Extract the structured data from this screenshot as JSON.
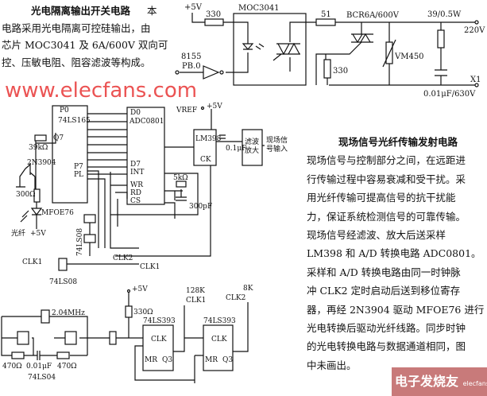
{
  "top_text": {
    "title": "光电隔离输出开关电路",
    "lead": "本",
    "lines": [
      "电路采用光电隔离可控硅输出，由",
      "芯片 MOC3041 及 6A/600V 双向可",
      "控、压敏电阻、阻容滤波等构成。"
    ]
  },
  "right_text": {
    "title": "现场信号光纤传输发射电路",
    "lines": [
      "现场信号与控制部分之间，在远距进",
      "行传输过程中容易衰减和受干扰。采",
      "用光纤传输可提高信号的抗干扰能",
      "力，保证系统检测信号的可靠传输。",
      "现场信号经滤波、放大后送采样",
      "LM398 和 A/D 转换电路 ADC0801。",
      "采样和 A/D 转换电路由同一时钟脉",
      "冲 CLK2 定时启动后送到移位寄存",
      "器，再经 2N3904 驱动 MFOE76 进行",
      "光电转换后驱动光纤线路。同步时钟",
      "的光电转换电路与数据通道相同，图",
      "中未画出。"
    ]
  },
  "circuit1": {
    "vcc": "+5V",
    "r1": "330",
    "opto": "MOC3041",
    "r2": "51",
    "triac": "BCR6A/600V",
    "rc_r": "39/0.5W",
    "out": "220V",
    "varistor": "VM450",
    "r3": "330",
    "input_a": "8155",
    "input_b": "PB.0",
    "x1": "X1",
    "cap": "0.01μF/630V"
  },
  "circuit2": {
    "shift_reg": "74LS165",
    "q7": "Q7",
    "p0": "P0",
    "p7": "P7",
    "pl": "PL",
    "r_base": "39kΩ",
    "transistor": "2N3904",
    "r_led": "300Ω",
    "led": "MFOE76",
    "fiber": "光纤",
    "led_vcc": "+5V",
    "gate": "74LS08",
    "adc": "ADC0801",
    "d0": "D0",
    "d7": "D7",
    "intr": "INT",
    "wr": "WR",
    "rd": "RD",
    "cs": "CS",
    "vref": "VREF",
    "r_clk": "5kΩ",
    "c_clk": "300pF",
    "sh": "LM398",
    "ck": "CK",
    "sh_vcc": "+5V",
    "c_hold": "0.1μF",
    "filter": "滤波放大",
    "input": "现场信号输入",
    "clk1_in": "CLK1",
    "clk2": "CLK2",
    "clk1": "CLK1"
  },
  "circuit3": {
    "crystal": "2.04MHz",
    "r1": "470Ω",
    "cap": "0.01μF",
    "r2": "470Ω",
    "inverter": "74LS04",
    "vcc": "+5V",
    "r_pull": "330Ω",
    "counter1": "74LS393",
    "counter2": "74LS393",
    "clk": "CLK",
    "mr": "MR",
    "q3": "Q3",
    "out1_freq": "128K",
    "out1": "CLK1",
    "out2_freq": "8K",
    "out2": "CLK2"
  },
  "watermark": "www.elecfans.com",
  "logo": {
    "text": "电子发烧友",
    "sub": "elecfans.com"
  }
}
